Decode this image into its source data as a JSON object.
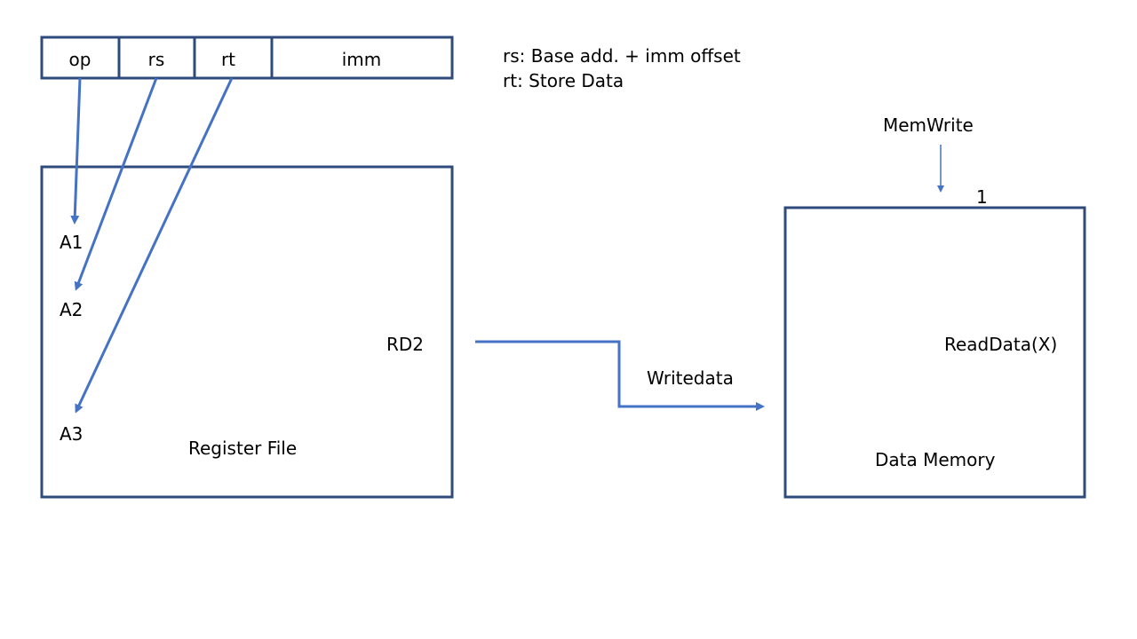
{
  "instruction": {
    "fields": [
      "op",
      "rs",
      "rt",
      "imm"
    ]
  },
  "notes": {
    "line1": "rs: Base add. + imm offset",
    "line2": "rt: Store Data"
  },
  "register_file": {
    "title": "Register File",
    "port_a1": "A1",
    "port_a2": "A2",
    "port_a3": "A3",
    "port_rd2": "RD2"
  },
  "data_memory": {
    "title": "Data Memory",
    "read_data": "ReadData(X)",
    "control_label": "MemWrite",
    "control_value": "1"
  },
  "wires": {
    "write_data_label": "Writedata"
  },
  "colors": {
    "box_stroke": "#2F4B7C",
    "arrow": "#4472C4"
  }
}
